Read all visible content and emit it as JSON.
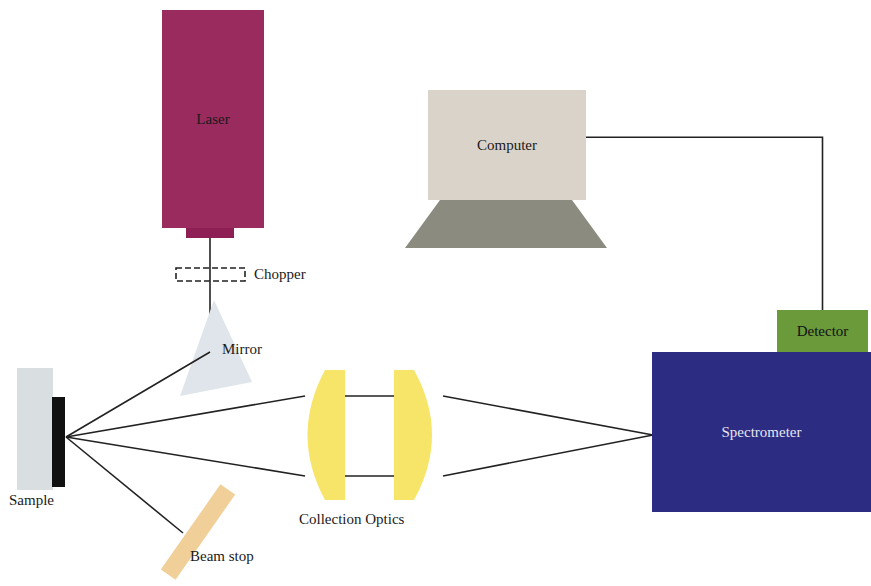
{
  "diagram": {
    "nodes": [
      {
        "text": [
          "Laser"
        ]
      },
      {
        "text": [
          "Computer"
        ]
      },
      {
        "text": [
          "Detector"
        ]
      },
      {
        "text": [
          "Spectrometer"
        ]
      }
    ],
    "edges": [
      {
        "from": 1,
        "to": 2,
        "arrow": "none"
      }
    ],
    "labels": [
      "Chopper",
      "Mirror",
      "Sample",
      "Beam stop",
      "Collection Optics"
    ]
  }
}
